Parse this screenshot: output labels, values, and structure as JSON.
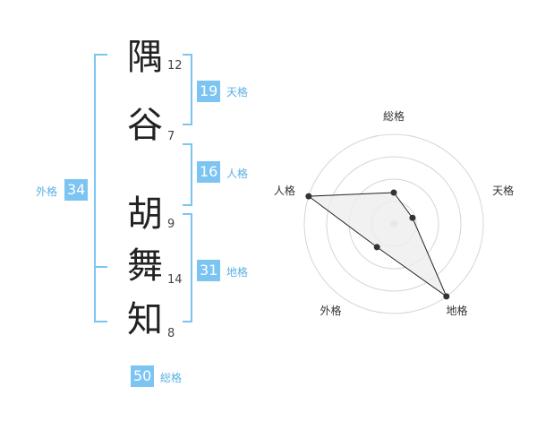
{
  "colors": {
    "accent": "#7cc4f1",
    "label": "#5ab0e4",
    "radar_fill": "#eeeeee",
    "radar_stroke": "#222222"
  },
  "characters": [
    {
      "char": "隅",
      "strokes": "12"
    },
    {
      "char": "谷",
      "strokes": "7"
    },
    {
      "char": "胡",
      "strokes": "9"
    },
    {
      "char": "舞",
      "strokes": "14"
    },
    {
      "char": "知",
      "strokes": "8"
    }
  ],
  "fortunes": {
    "tenkaku": {
      "value": "19",
      "label": "天格"
    },
    "jinkaku": {
      "value": "16",
      "label": "人格"
    },
    "chikaku": {
      "value": "31",
      "label": "地格"
    },
    "gaikaku": {
      "value": "34",
      "label": "外格"
    },
    "soukaku": {
      "value": "50",
      "label": "総格"
    }
  },
  "chart_data": {
    "type": "radar",
    "axes": [
      "総格",
      "天格",
      "地格",
      "外格",
      "人格"
    ],
    "values": [
      0.35,
      0.22,
      1.0,
      0.32,
      1.0
    ],
    "scale_max": 1,
    "rings": 4
  }
}
